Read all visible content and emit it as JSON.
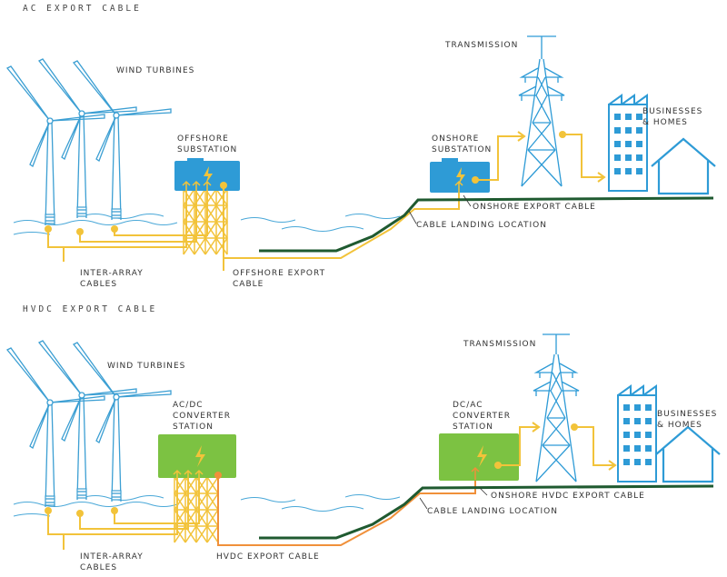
{
  "colors": {
    "blue": "#2e9bd6",
    "yellow": "#f2c33a",
    "orange": "#f0903a",
    "green": "#7cc242",
    "dark_green": "#1f5a30",
    "text": "#333333"
  },
  "ac": {
    "title": "AC EXPORT CABLE",
    "wind_turbines": "WIND TURBINES",
    "offshore_substation": [
      "OFFSHORE",
      "SUBSTATION"
    ],
    "transmission": "TRANSMISSION",
    "onshore_substation": [
      "ONSHORE",
      "SUBSTATION"
    ],
    "businesses_homes": [
      "BUSINESSES",
      "& HOMES"
    ],
    "onshore_export_cable": "ONSHORE EXPORT CABLE",
    "cable_landing": "CABLE LANDING LOCATION",
    "inter_array": [
      "INTER-ARRAY",
      "CABLES"
    ],
    "offshore_export_cable": [
      "OFFSHORE EXPORT",
      "CABLE"
    ]
  },
  "hvdc": {
    "title": "HVDC EXPORT CABLE",
    "wind_turbines": "WIND TURBINES",
    "converter_station": [
      "AC/DC",
      "CONVERTER",
      "STATION"
    ],
    "transmission": "TRANSMISSION",
    "dcac_station": [
      "DC/AC",
      "CONVERTER",
      "STATION"
    ],
    "businesses_homes": [
      "BUSINESSES",
      "& HOMES"
    ],
    "onshore_hvdc_cable": "ONSHORE HVDC EXPORT CABLE",
    "cable_landing": "CABLE LANDING LOCATION",
    "inter_array": [
      "INTER-ARRAY",
      "CABLES"
    ],
    "hvdc_export_cable": "HVDC EXPORT CABLE"
  }
}
